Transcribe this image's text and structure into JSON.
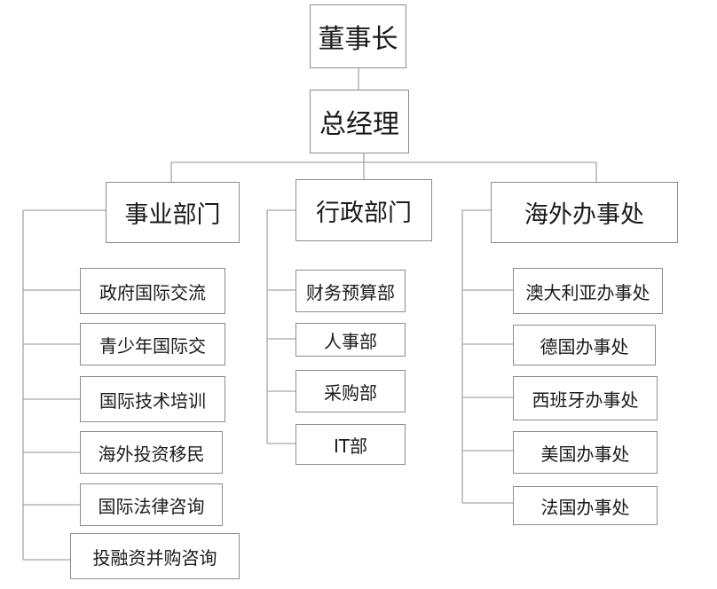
{
  "chairman": "董事长",
  "ceo": "总经理",
  "departments": [
    {
      "label": "事业部门",
      "items": [
        "政府国际交流",
        "青少年国际交",
        "国际技术培训",
        "海外投资移民",
        "国际法律咨询",
        "投融资并购咨询"
      ]
    },
    {
      "label": "行政部门",
      "items": [
        "财务预算部",
        "人事部",
        "采购部",
        "IT部"
      ]
    },
    {
      "label": "海外办事处",
      "items": [
        "澳大利亚办事处",
        "德国办事处",
        "西班牙办事处",
        "美国办事处",
        "法国办事处"
      ]
    }
  ]
}
